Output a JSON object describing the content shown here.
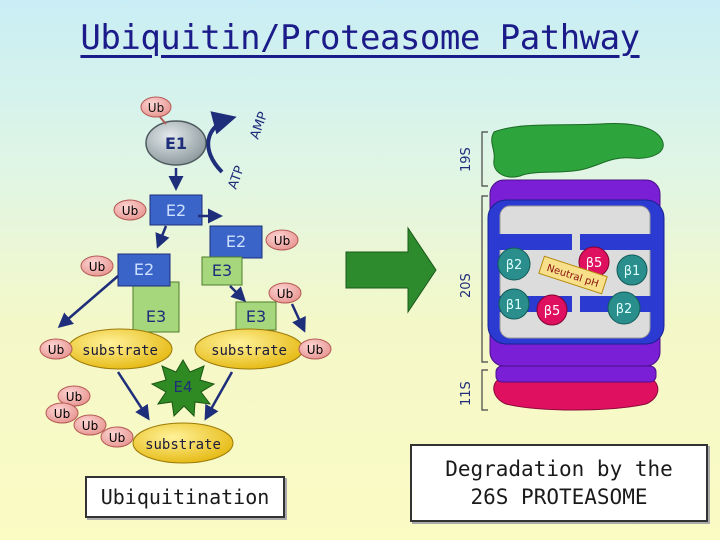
{
  "title": "Ubiquitin/Proteasome Pathway",
  "labels": {
    "ub": "Ub",
    "e1": "E1",
    "e2": "E2",
    "e3": "E3",
    "e4": "E4",
    "atp": "ATP",
    "amp": "AMP",
    "substrate": "substrate"
  },
  "proteasome": {
    "s19": "19S",
    "s20": "20S",
    "s11": "11S",
    "b2a": "β2",
    "b5a": "β5",
    "b1a": "β1",
    "b1b": "β1",
    "b5b": "β5",
    "b2b": "β2",
    "neutral": "Neutral pH"
  },
  "captions": {
    "ubiquitination": "Ubiquitination",
    "degradation_line1": "Degradation by the",
    "degradation_line2": "26S PROTEASOME"
  },
  "colors": {
    "ub_pink": "#f5b3b0",
    "e1_gray": "#b8c3c6",
    "e2_blue": "#3a64c8",
    "e3_green": "#a6d77c",
    "substrate_yellow": "#f4d23a",
    "e4_green": "#2f8a24",
    "arrow_navy": "#1f2e7a",
    "big_arrow": "#2d8a2d",
    "prot_green": "#2ea43c",
    "prot_purple": "#7b1fd6",
    "prot_blue": "#2b3ad0",
    "prot_red": "#e01060",
    "title_navy": "#1b1b8a"
  }
}
